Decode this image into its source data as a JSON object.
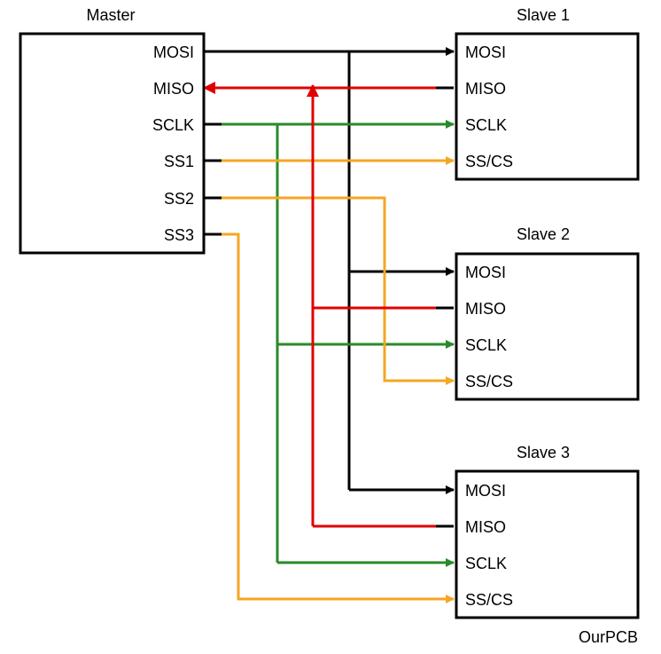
{
  "colors": {
    "mosi": "#000000",
    "miso": "#e00000",
    "sclk": "#2a8a2a",
    "ss": "#f5a623"
  },
  "master": {
    "title": "Master",
    "pins": [
      "MOSI",
      "MISO",
      "SCLK",
      "SS1",
      "SS2",
      "SS3"
    ]
  },
  "slaves": [
    {
      "title": "Slave 1",
      "pins": [
        "MOSI",
        "MISO",
        "SCLK",
        "SS/CS"
      ]
    },
    {
      "title": "Slave 2",
      "pins": [
        "MOSI",
        "MISO",
        "SCLK",
        "SS/CS"
      ]
    },
    {
      "title": "Slave 3",
      "pins": [
        "MOSI",
        "MISO",
        "SCLK",
        "SS/CS"
      ]
    }
  ],
  "watermark": "OurPCB"
}
